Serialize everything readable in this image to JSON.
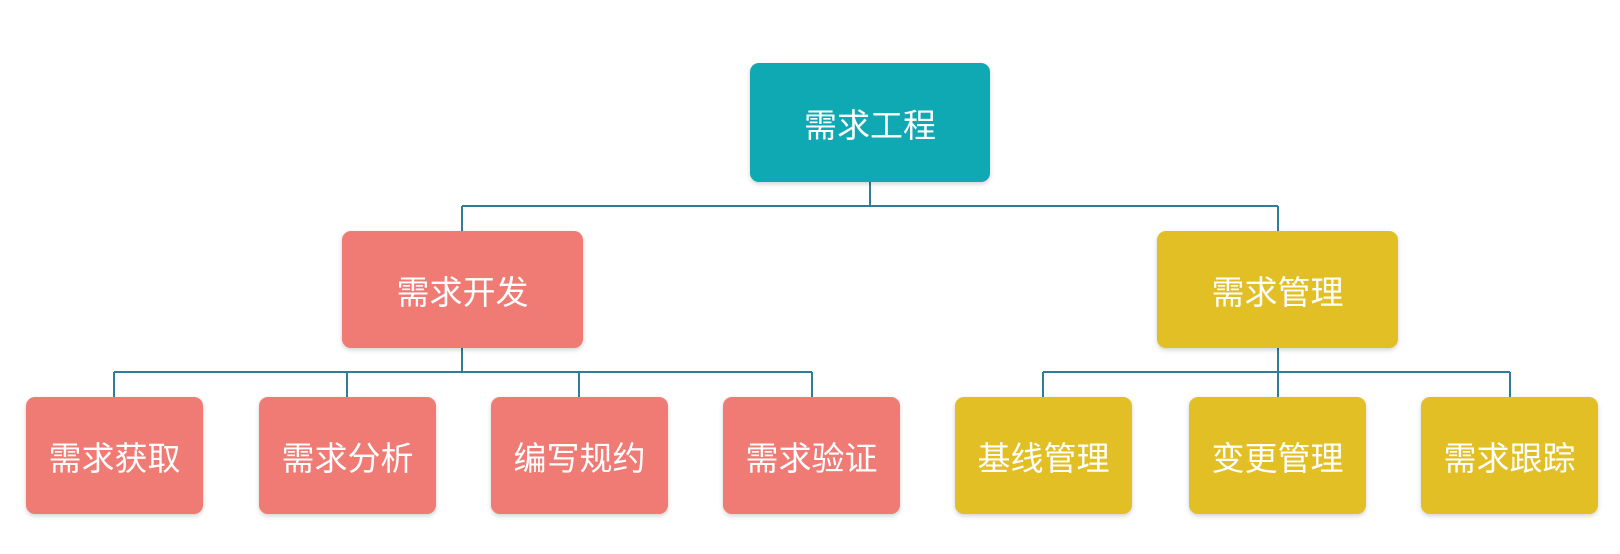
{
  "colors": {
    "root": "#0fa9b3",
    "development": "#f07a74",
    "management": "#e2bf24",
    "connector": "#2f7d96"
  },
  "root": {
    "label": "需求工程"
  },
  "development": {
    "label": "需求开发",
    "children": [
      {
        "label": "需求获取"
      },
      {
        "label": "需求分析"
      },
      {
        "label": "编写规约"
      },
      {
        "label": "需求验证"
      }
    ]
  },
  "management": {
    "label": "需求管理",
    "children": [
      {
        "label": "基线管理"
      },
      {
        "label": "变更管理"
      },
      {
        "label": "需求跟踪"
      }
    ]
  }
}
